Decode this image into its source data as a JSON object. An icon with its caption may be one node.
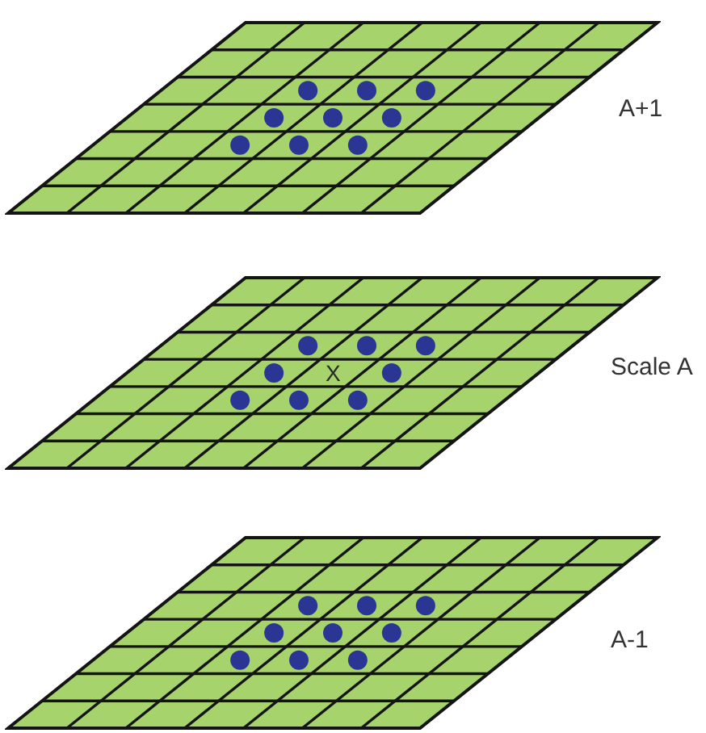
{
  "diagram": {
    "nodes": [
      {
        "text": [],
        "shape": "parallelogram",
        "beside": [
          "A+1"
        ]
      },
      {
        "text": [
          "X"
        ],
        "beside": [
          "Scale A"
        ]
      },
      {
        "text": [],
        "shape": "parallelogram",
        "beside": [
          "A-1"
        ]
      }
    ]
  }
}
